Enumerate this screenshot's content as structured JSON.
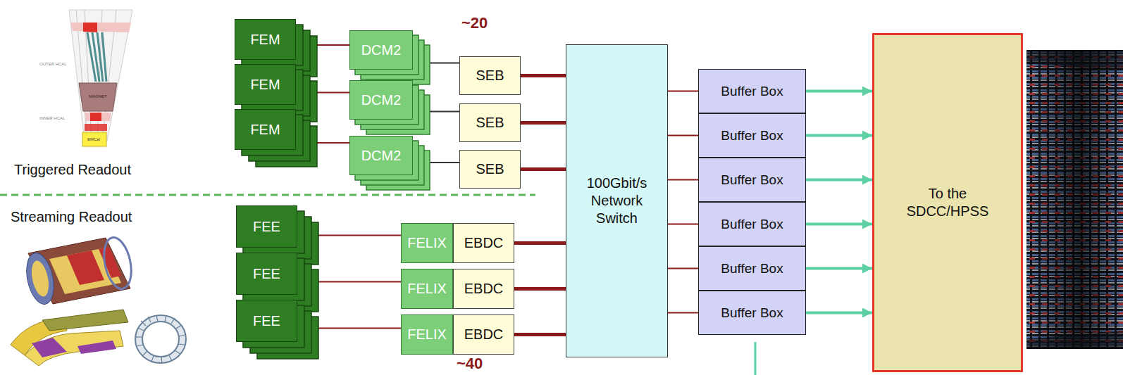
{
  "diagram": {
    "nodes": [
      {
        "text": [
          "FEM"
        ]
      },
      {
        "text": [
          "FEM"
        ]
      },
      {
        "text": [
          "FEM"
        ]
      },
      {
        "text": [
          "DCM2"
        ]
      },
      {
        "text": [
          "DCM2"
        ]
      },
      {
        "text": [
          "DCM2"
        ]
      },
      {
        "text": [
          "SEB"
        ]
      },
      {
        "text": [
          "SEB"
        ]
      },
      {
        "text": [
          "SEB"
        ]
      },
      {
        "text": [
          "100Gbit/s Network Switch"
        ]
      },
      {
        "text": [
          "FEE"
        ]
      },
      {
        "text": [
          "FEE"
        ]
      },
      {
        "text": [
          "FEE"
        ]
      },
      {
        "text": [
          "FELIX"
        ]
      },
      {
        "text": [
          "FELIX"
        ]
      },
      {
        "text": [
          "FELIX"
        ]
      },
      {
        "text": [
          "EBDC"
        ]
      },
      {
        "text": [
          "EBDC"
        ]
      },
      {
        "text": [
          "EBDC"
        ]
      },
      {
        "text": [
          "Buffer Box"
        ]
      },
      {
        "text": [
          "Buffer Box"
        ]
      },
      {
        "text": [
          "Buffer Box"
        ]
      },
      {
        "text": [
          "Buffer Box"
        ]
      },
      {
        "text": [
          "Buffer Box"
        ]
      },
      {
        "text": [
          "Buffer Box"
        ]
      },
      {
        "text": [
          "To the SDCC/HPSS"
        ]
      }
    ],
    "edges": [
      {
        "from": 0,
        "to": 3,
        "arrow": "none"
      },
      {
        "from": 1,
        "to": 4,
        "arrow": "none"
      },
      {
        "from": 2,
        "to": 5,
        "arrow": "none"
      },
      {
        "from": 3,
        "to": 6,
        "arrow": "none"
      },
      {
        "from": 4,
        "to": 7,
        "arrow": "none"
      },
      {
        "from": 5,
        "to": 8,
        "arrow": "none"
      },
      {
        "from": 6,
        "to": 9,
        "arrow": "none"
      },
      {
        "from": 7,
        "to": 9,
        "arrow": "none"
      },
      {
        "from": 8,
        "to": 9,
        "arrow": "none"
      },
      {
        "from": 10,
        "to": 13,
        "arrow": "none"
      },
      {
        "from": 11,
        "to": 14,
        "arrow": "none"
      },
      {
        "from": 12,
        "to": 15,
        "arrow": "none"
      },
      {
        "from": 16,
        "to": 9,
        "arrow": "none"
      },
      {
        "from": 17,
        "to": 9,
        "arrow": "none"
      },
      {
        "from": 18,
        "to": 9,
        "arrow": "none"
      },
      {
        "from": 9,
        "to": 19,
        "arrow": "none"
      },
      {
        "from": 9,
        "to": 20,
        "arrow": "none"
      },
      {
        "from": 9,
        "to": 21,
        "arrow": "none"
      },
      {
        "from": 9,
        "to": 22,
        "arrow": "none"
      },
      {
        "from": 9,
        "to": 23,
        "arrow": "none"
      },
      {
        "from": 9,
        "to": 24,
        "arrow": "none"
      },
      {
        "from": 19,
        "to": 25,
        "arrow": "to"
      },
      {
        "from": 20,
        "to": 25,
        "arrow": "to"
      },
      {
        "from": 21,
        "to": 25,
        "arrow": "to"
      },
      {
        "from": 22,
        "to": 25,
        "arrow": "to"
      },
      {
        "from": 23,
        "to": 25,
        "arrow": "to"
      },
      {
        "from": 24,
        "to": 25,
        "arrow": "to"
      }
    ],
    "labels": [
      "~20",
      "OUTER HCAL",
      "MAGNET",
      "INNER HCAL",
      "EMCal",
      "Triggered Readout",
      "Streaming Readout",
      "~40"
    ]
  }
}
